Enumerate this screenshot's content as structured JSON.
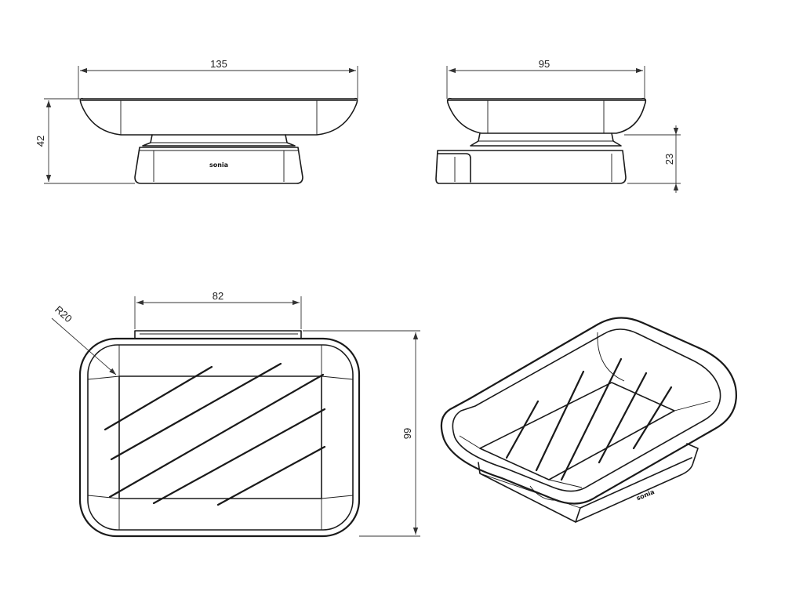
{
  "dimensions": {
    "front_width": "135",
    "front_height": "42",
    "side_width": "95",
    "side_base_height": "23",
    "rail_width": "82",
    "top_radius": "R20",
    "top_depth": "99"
  },
  "brand": {
    "logo_text": "sonia"
  },
  "colors": {
    "line": "#1a1a1a",
    "background": "#ffffff"
  }
}
